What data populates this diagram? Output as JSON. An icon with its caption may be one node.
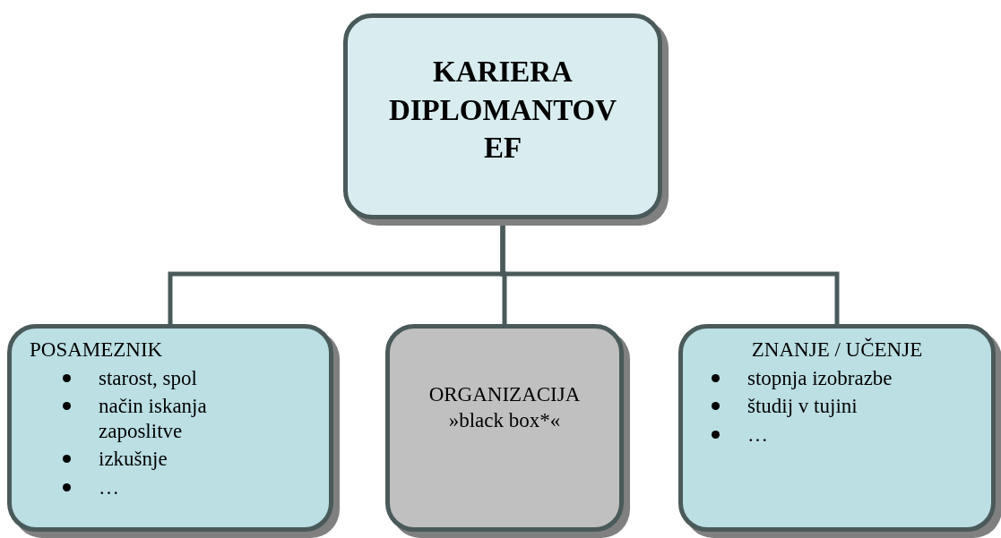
{
  "diagram": {
    "nodes": [
      {
        "text": [
          "KARIERA DIPLOMANTOV EF"
        ]
      },
      {
        "text": [
          "POSAMEZNIK",
          "starost, spol",
          "način iskanja zaposlitve",
          "izkušnje",
          "…"
        ]
      },
      {
        "text": [
          "ORGANIZACIJA",
          "»black box*«"
        ]
      },
      {
        "text": [
          "ZNANJE / UČENJE",
          "stopnja izobrazbe",
          "študij v tujini",
          "…"
        ]
      }
    ],
    "edges": [
      {
        "from": 0,
        "to": 1,
        "arrow": "none"
      },
      {
        "from": 0,
        "to": 2,
        "arrow": "none"
      },
      {
        "from": 0,
        "to": 3,
        "arrow": "none"
      }
    ]
  }
}
